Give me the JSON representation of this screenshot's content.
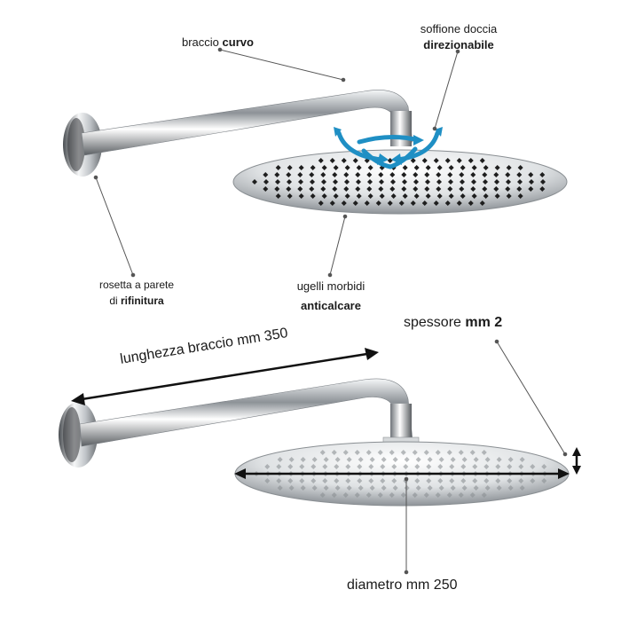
{
  "labels": {
    "braccio": {
      "pre": "braccio ",
      "bold": "curvo"
    },
    "soffione": {
      "line1": "soffione doccia",
      "bold": "direzionabile"
    },
    "rosetta": {
      "line1": "rosetta a parete",
      "pre2": "di ",
      "bold": "rifinitura"
    },
    "ugelli": {
      "line1": "ugelli morbidi",
      "bold": "anticalcare"
    },
    "spessore": {
      "pre": "spessore ",
      "bold": "mm 2"
    },
    "lunghezza": "lunghezza braccio mm 350",
    "diametro": "diametro mm 250"
  },
  "colors": {
    "chrome_dark": "#5b5f63",
    "chrome_light": "#f2f4f5",
    "nozzle": "#1e1e1e",
    "arrow_blue": "#1f8fc4",
    "dimension": "#111111"
  },
  "icons": [
    "rotation-arrows-icon",
    "dimension-arrow-icon"
  ]
}
